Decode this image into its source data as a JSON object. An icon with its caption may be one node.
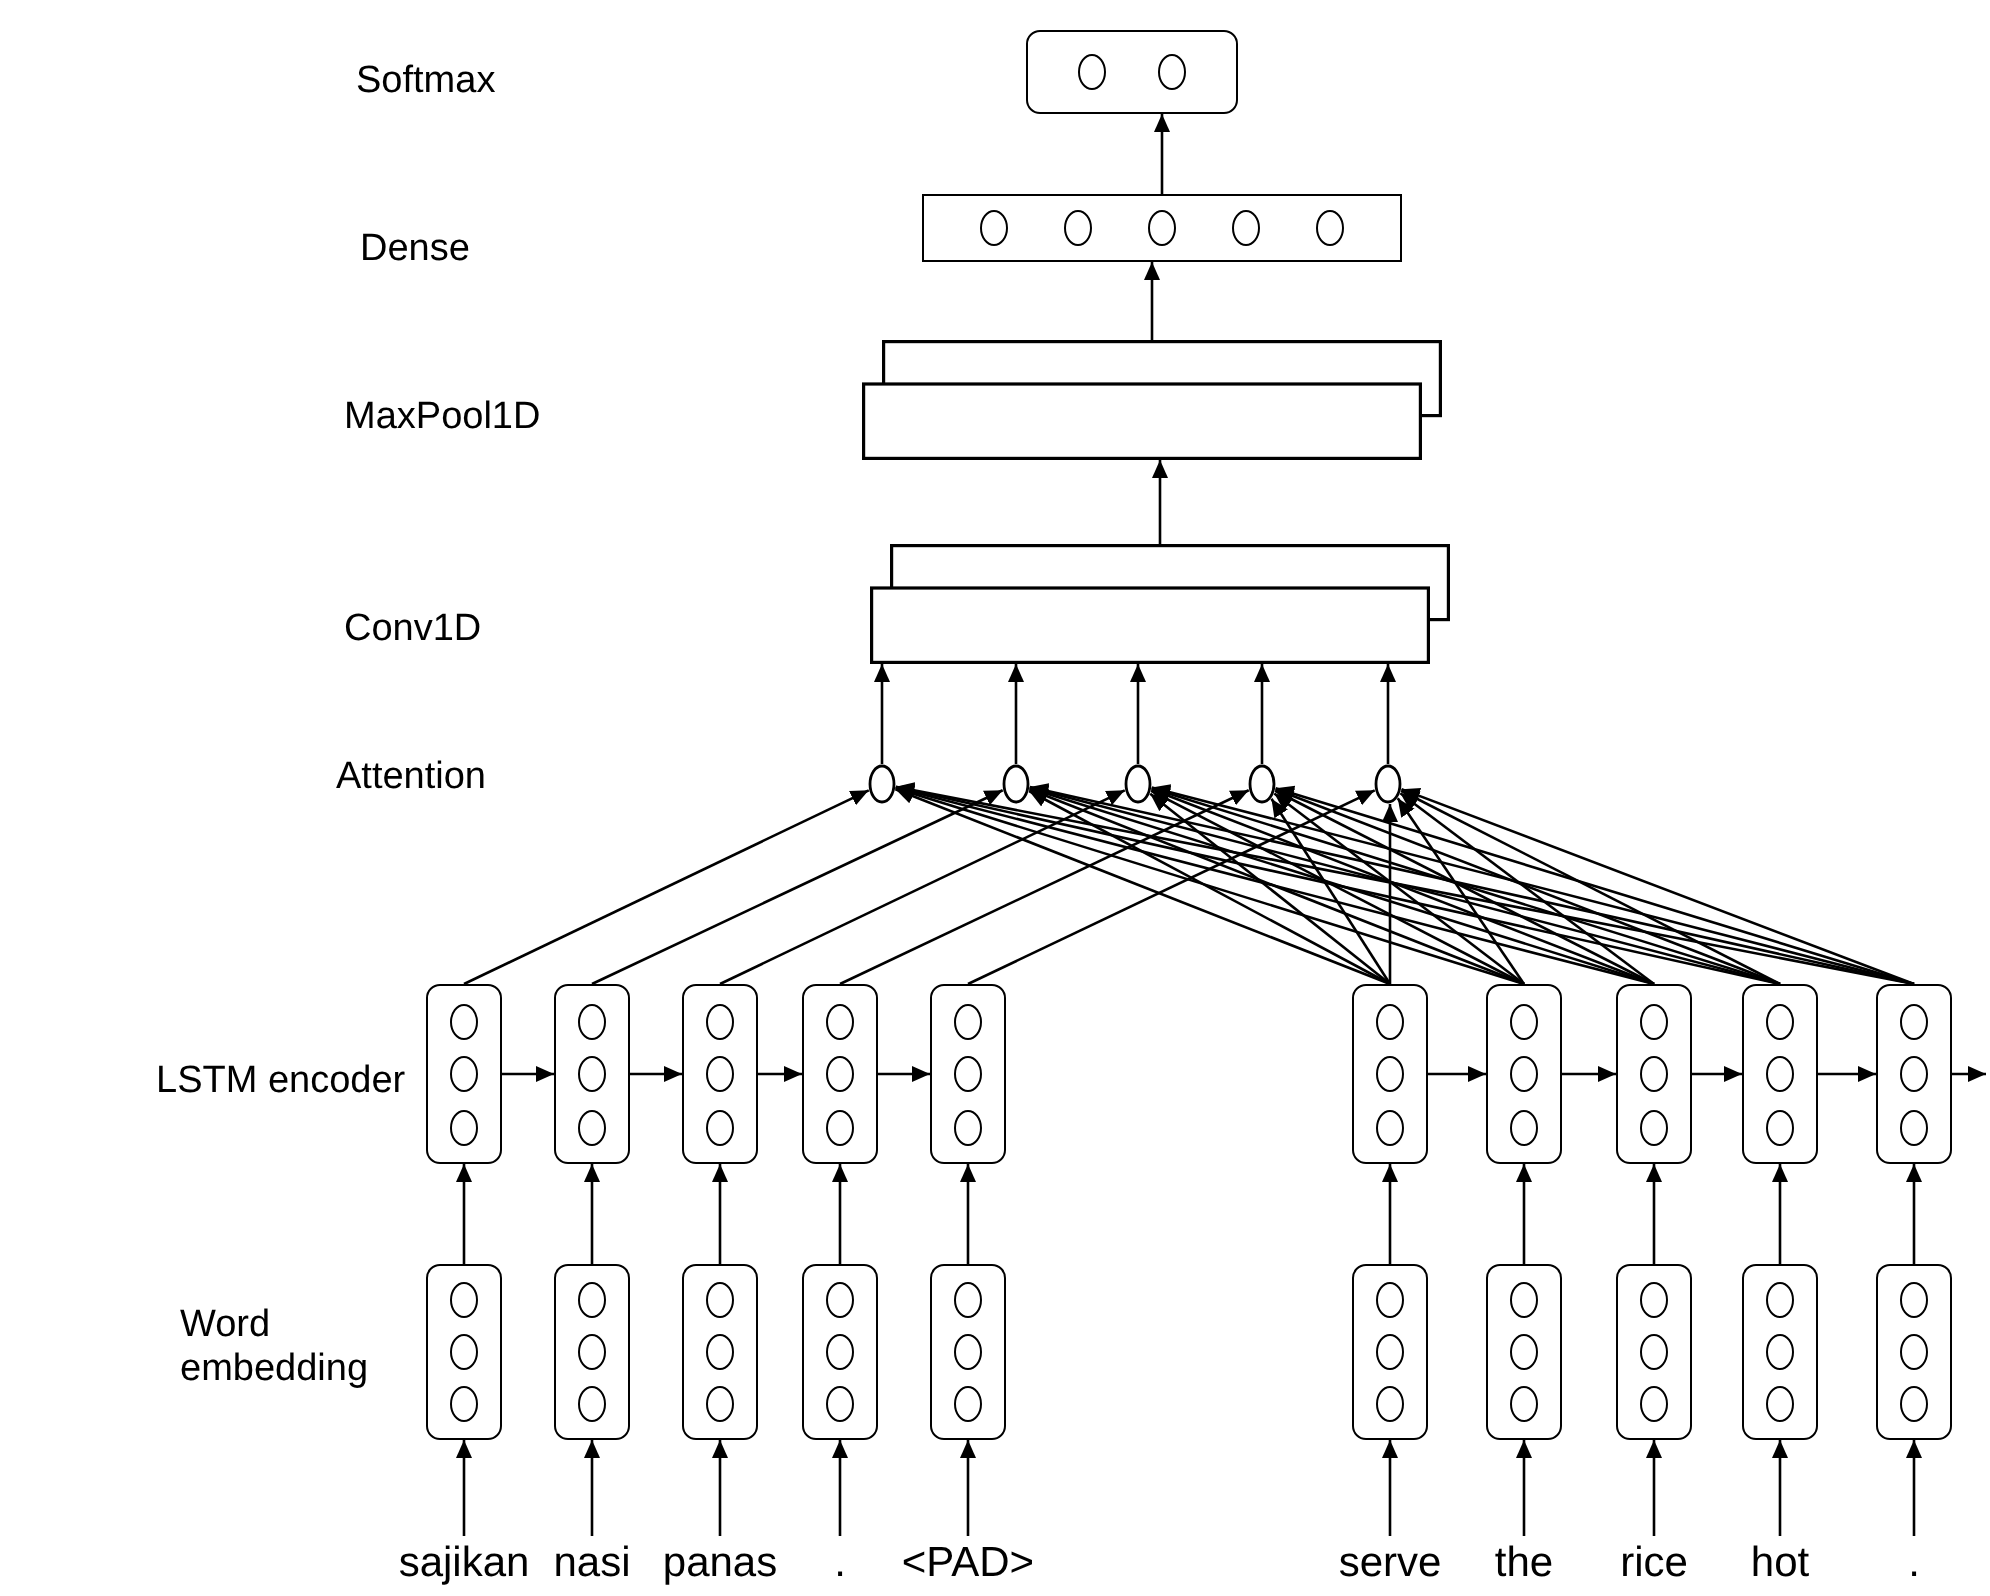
{
  "diagram": {
    "nodes": [
      {
        "text": [],
        "shape": "box"
      },
      {
        "text": [],
        "shape": "box"
      },
      {
        "text": [],
        "shape": "box"
      },
      {
        "text": [],
        "shape": "box"
      },
      {
        "text": [],
        "shape": "circle"
      },
      {
        "text": [],
        "shape": "circle"
      },
      {
        "text": [],
        "shape": "circle"
      },
      {
        "text": [],
        "shape": "circle"
      },
      {
        "text": [],
        "shape": "circle"
      },
      {
        "text": [],
        "shape": "box"
      },
      {
        "text": [],
        "shape": "box"
      },
      {
        "text": [],
        "shape": "box"
      },
      {
        "text": [],
        "shape": "box"
      },
      {
        "text": [],
        "shape": "box"
      },
      {
        "text": [],
        "shape": "box"
      },
      {
        "text": [],
        "shape": "box"
      },
      {
        "text": [],
        "shape": "box"
      },
      {
        "text": [],
        "shape": "box"
      },
      {
        "text": [],
        "shape": "box"
      },
      {
        "text": [],
        "shape": "box"
      },
      {
        "text": [],
        "shape": "box"
      },
      {
        "text": [],
        "shape": "box"
      },
      {
        "text": [],
        "shape": "box"
      },
      {
        "text": [],
        "shape": "box"
      },
      {
        "text": [],
        "shape": "box"
      },
      {
        "text": [],
        "shape": "box"
      },
      {
        "text": [],
        "shape": "box"
      },
      {
        "text": [],
        "shape": "box"
      },
      {
        "text": [],
        "shape": "box"
      },
      {
        "text": [
          "sajikan"
        ]
      },
      {
        "text": [
          "nasi"
        ]
      },
      {
        "text": [
          "panas"
        ]
      },
      {
        "text": [
          "."
        ]
      },
      {
        "text": [
          "<PAD>"
        ]
      },
      {
        "text": [
          "serve"
        ]
      },
      {
        "text": [
          "the"
        ]
      },
      {
        "text": [
          "rice"
        ]
      },
      {
        "text": [
          "hot"
        ]
      },
      {
        "text": [
          "."
        ]
      }
    ],
    "edges": [
      {
        "from": 1,
        "to": 0,
        "arrow": "to"
      },
      {
        "from": 2,
        "to": 1,
        "arrow": "to"
      },
      {
        "from": 3,
        "to": 2,
        "arrow": "to"
      },
      {
        "from": 4,
        "to": 3,
        "arrow": "to"
      },
      {
        "from": 5,
        "to": 3,
        "arrow": "to"
      },
      {
        "from": 6,
        "to": 3,
        "arrow": "to"
      },
      {
        "from": 7,
        "to": 3,
        "arrow": "to"
      },
      {
        "from": 8,
        "to": 3,
        "arrow": "to"
      },
      {
        "from": 9,
        "to": 4,
        "arrow": "to"
      },
      {
        "from": 10,
        "to": 5,
        "arrow": "to"
      },
      {
        "from": 11,
        "to": 6,
        "arrow": "to"
      },
      {
        "from": 12,
        "to": 7,
        "arrow": "to"
      },
      {
        "from": 13,
        "to": 8,
        "arrow": "to"
      },
      {
        "from": 14,
        "to": 4,
        "arrow": "to"
      },
      {
        "from": 14,
        "to": 5,
        "arrow": "to"
      },
      {
        "from": 14,
        "to": 6,
        "arrow": "to"
      },
      {
        "from": 14,
        "to": 7,
        "arrow": "to"
      },
      {
        "from": 14,
        "to": 8,
        "arrow": "to"
      },
      {
        "from": 15,
        "to": 4,
        "arrow": "to"
      },
      {
        "from": 15,
        "to": 5,
        "arrow": "to"
      },
      {
        "from": 15,
        "to": 6,
        "arrow": "to"
      },
      {
        "from": 15,
        "to": 7,
        "arrow": "to"
      },
      {
        "from": 15,
        "to": 8,
        "arrow": "to"
      },
      {
        "from": 16,
        "to": 4,
        "arrow": "to"
      },
      {
        "from": 16,
        "to": 5,
        "arrow": "to"
      },
      {
        "from": 16,
        "to": 6,
        "arrow": "to"
      },
      {
        "from": 16,
        "to": 7,
        "arrow": "to"
      },
      {
        "from": 16,
        "to": 8,
        "arrow": "to"
      },
      {
        "from": 17,
        "to": 4,
        "arrow": "to"
      },
      {
        "from": 17,
        "to": 5,
        "arrow": "to"
      },
      {
        "from": 17,
        "to": 6,
        "arrow": "to"
      },
      {
        "from": 17,
        "to": 7,
        "arrow": "to"
      },
      {
        "from": 17,
        "to": 8,
        "arrow": "to"
      },
      {
        "from": 18,
        "to": 4,
        "arrow": "to"
      },
      {
        "from": 18,
        "to": 5,
        "arrow": "to"
      },
      {
        "from": 18,
        "to": 6,
        "arrow": "to"
      },
      {
        "from": 18,
        "to": 7,
        "arrow": "to"
      },
      {
        "from": 18,
        "to": 8,
        "arrow": "to"
      },
      {
        "from": 9,
        "to": 10,
        "arrow": "to"
      },
      {
        "from": 10,
        "to": 11,
        "arrow": "to"
      },
      {
        "from": 11,
        "to": 12,
        "arrow": "to"
      },
      {
        "from": 12,
        "to": 13,
        "arrow": "to"
      },
      {
        "from": 14,
        "to": 15,
        "arrow": "to"
      },
      {
        "from": 15,
        "to": 16,
        "arrow": "to"
      },
      {
        "from": 16,
        "to": 17,
        "arrow": "to"
      },
      {
        "from": 17,
        "to": 18,
        "arrow": "to"
      },
      {
        "from": 18,
        "to": null,
        "arrow": "to"
      },
      {
        "from": 19,
        "to": 9,
        "arrow": "to"
      },
      {
        "from": 20,
        "to": 10,
        "arrow": "to"
      },
      {
        "from": 21,
        "to": 11,
        "arrow": "to"
      },
      {
        "from": 22,
        "to": 12,
        "arrow": "to"
      },
      {
        "from": 23,
        "to": 13,
        "arrow": "to"
      },
      {
        "from": 24,
        "to": 14,
        "arrow": "to"
      },
      {
        "from": 25,
        "to": 15,
        "arrow": "to"
      },
      {
        "from": 26,
        "to": 16,
        "arrow": "to"
      },
      {
        "from": 27,
        "to": 17,
        "arrow": "to"
      },
      {
        "from": 28,
        "to": 18,
        "arrow": "to"
      },
      {
        "from": 29,
        "to": 19,
        "arrow": "to"
      },
      {
        "from": 30,
        "to": 20,
        "arrow": "to"
      },
      {
        "from": 31,
        "to": 21,
        "arrow": "to"
      },
      {
        "from": 32,
        "to": 22,
        "arrow": "to"
      },
      {
        "from": 33,
        "to": 23,
        "arrow": "to"
      },
      {
        "from": 34,
        "to": 24,
        "arrow": "to"
      },
      {
        "from": 35,
        "to": 25,
        "arrow": "to"
      },
      {
        "from": 36,
        "to": 26,
        "arrow": "to"
      },
      {
        "from": 37,
        "to": 27,
        "arrow": "to"
      },
      {
        "from": 38,
        "to": 28,
        "arrow": "to"
      }
    ],
    "labels": [
      "Softmax",
      "Dense",
      "MaxPool1D",
      "Conv1D",
      "Attention",
      "LSTM encoder",
      "Word embedding"
    ]
  }
}
